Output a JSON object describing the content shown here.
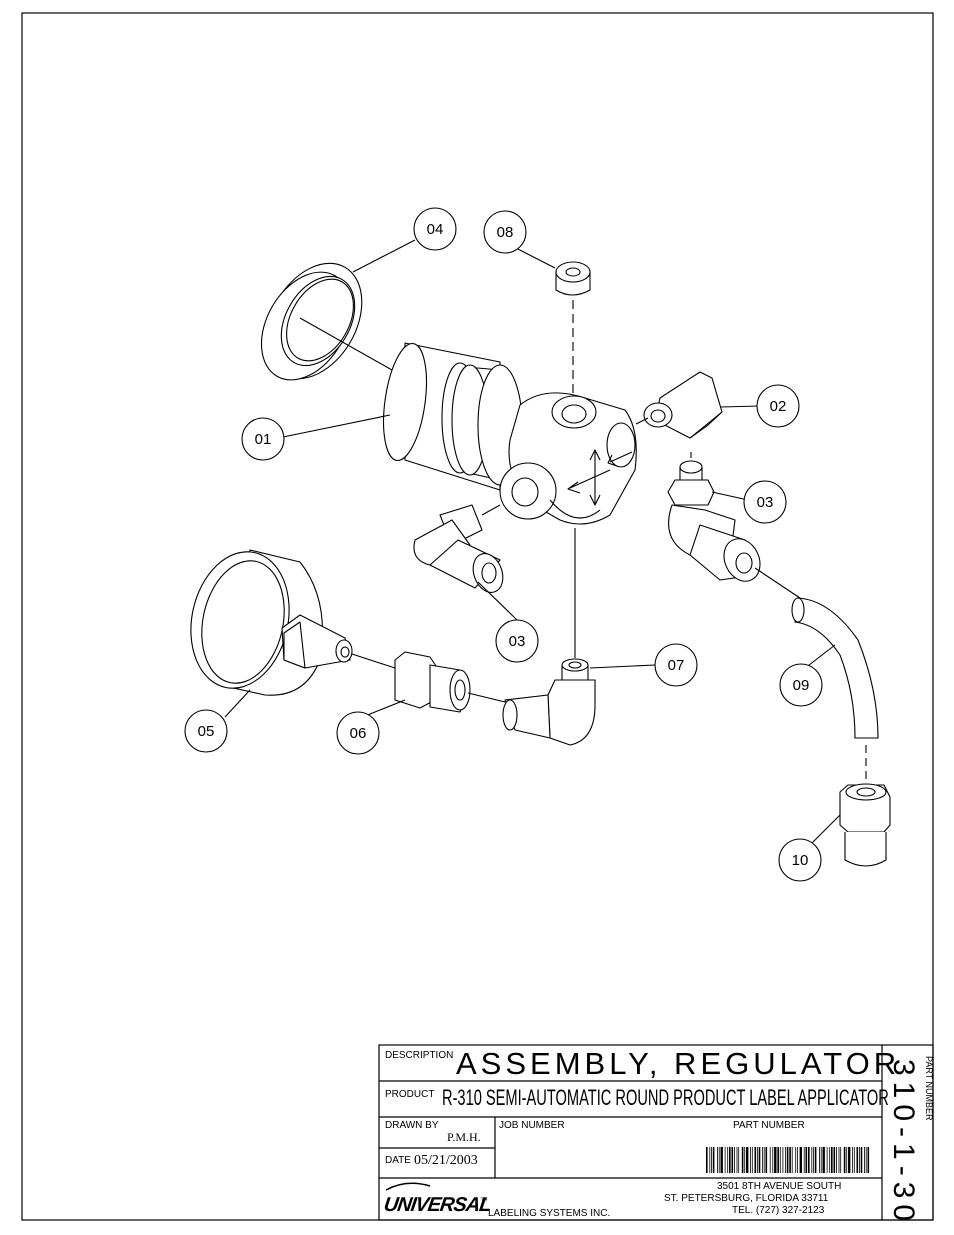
{
  "callouts": [
    {
      "id": "01",
      "label": "01"
    },
    {
      "id": "02",
      "label": "02"
    },
    {
      "id": "03a",
      "label": "03"
    },
    {
      "id": "03b",
      "label": "03"
    },
    {
      "id": "04",
      "label": "04"
    },
    {
      "id": "05",
      "label": "05"
    },
    {
      "id": "06",
      "label": "06"
    },
    {
      "id": "07",
      "label": "07"
    },
    {
      "id": "08",
      "label": "08"
    },
    {
      "id": "09",
      "label": "09"
    },
    {
      "id": "10",
      "label": "10"
    }
  ],
  "title_block": {
    "description_label": "DESCRIPTION",
    "description": "ASSEMBLY, REGULATOR",
    "product_label": "PRODUCT",
    "product": "R-310 SEMI-AUTOMATIC ROUND PRODUCT LABEL APPLICATOR",
    "drawn_by_label": "DRAWN BY",
    "drawn_by": "P.M.H.",
    "job_number_label": "JOB NUMBER",
    "part_number_label": "PART NUMBER",
    "date_label": "DATE",
    "date": "05/21/2003",
    "company_logo": "UNIVERSAL",
    "trademark": "™",
    "company_suffix": "LABELING SYSTEMS INC.",
    "address_line1": "3501 8TH AVENUE SOUTH",
    "address_line2": "ST. PETERSBURG, FLORIDA 33711",
    "address_line3": "TEL. (727) 327-2123",
    "part_number_side_label": "PART NUMBER",
    "part_number_side": "310-1-30"
  }
}
